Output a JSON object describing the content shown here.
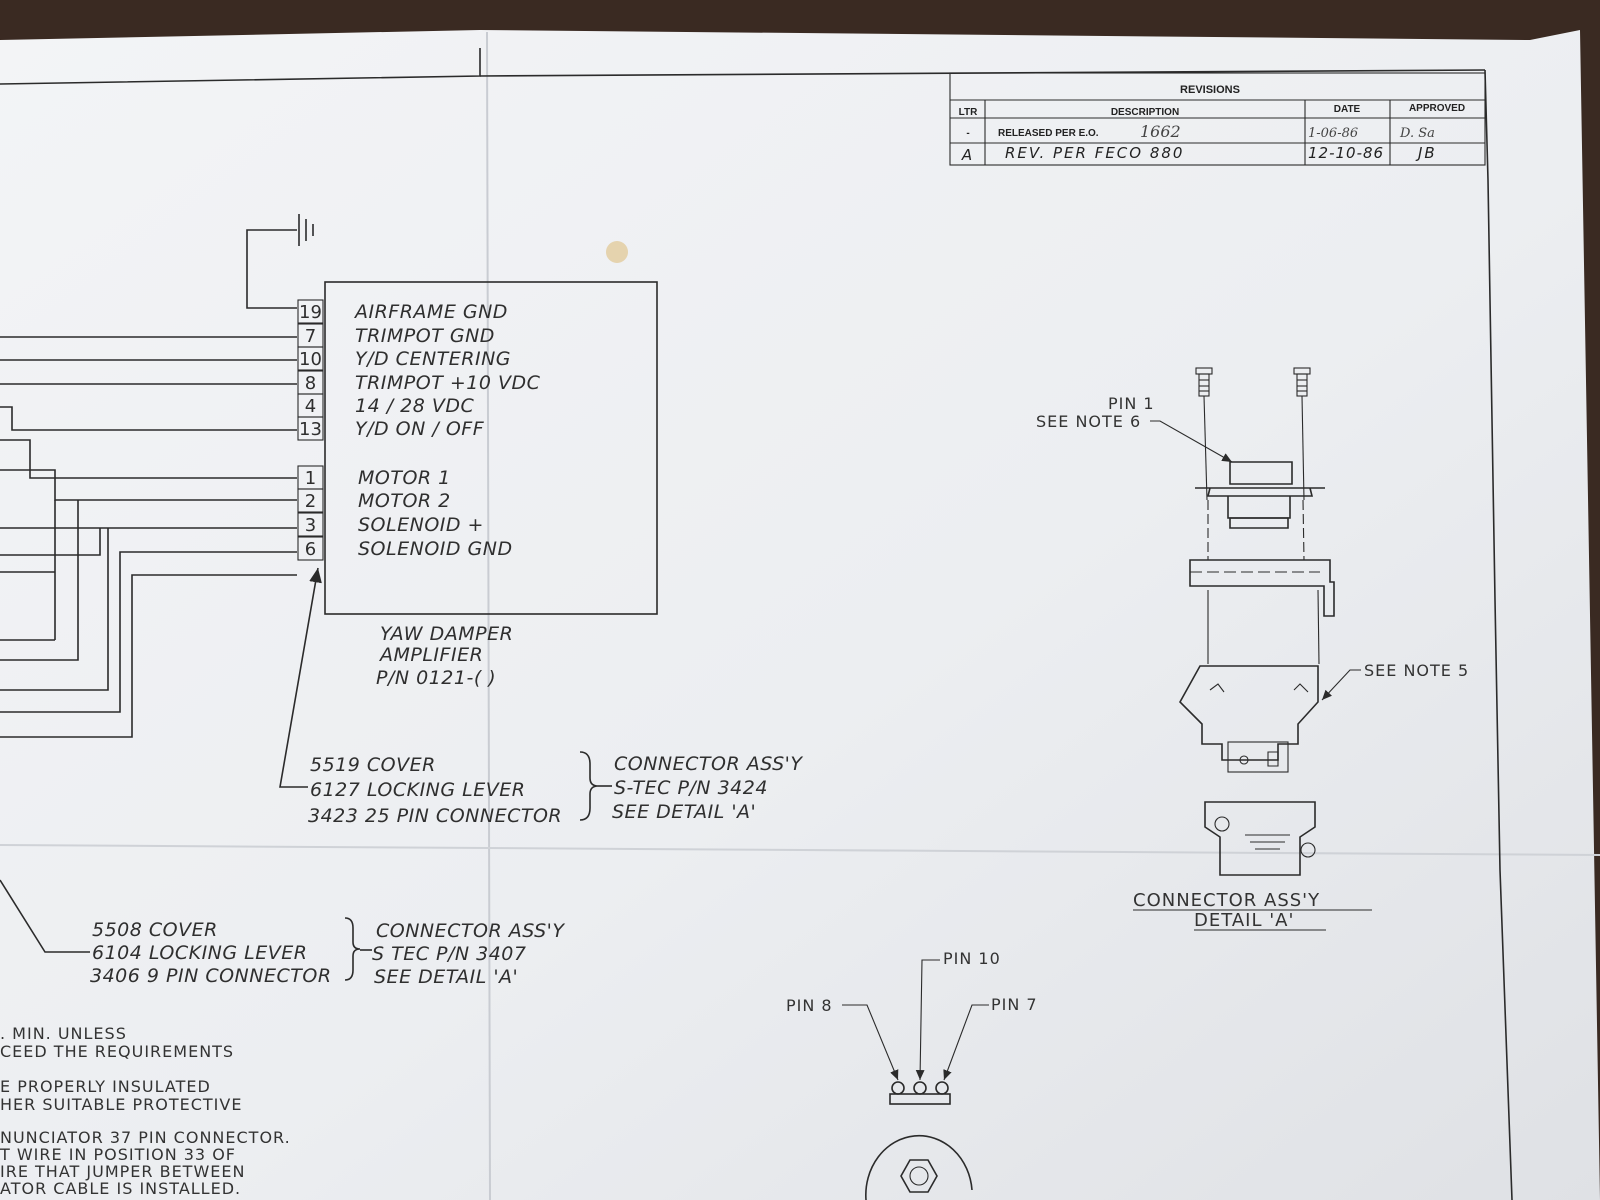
{
  "revisions": {
    "title": "REVISIONS",
    "headers": {
      "ltr": "LTR",
      "description": "DESCRIPTION",
      "date": "DATE",
      "approved": "APPROVED"
    },
    "rows": [
      {
        "ltr": "-",
        "description": "RELEASED PER E.O.",
        "eo": "1662",
        "date": "1-06-86",
        "approved": "D. Sa"
      },
      {
        "ltr": "A",
        "description": "REV. PER FECO 880",
        "eo": "",
        "date": "12-10-86",
        "approved": "JB"
      }
    ]
  },
  "amplifier": {
    "pins": [
      {
        "no": "19",
        "label": "AIRFRAME GND"
      },
      {
        "no": "7",
        "label": "TRIMPOT GND"
      },
      {
        "no": "10",
        "label": "Y/D CENTERING"
      },
      {
        "no": "8",
        "label": "TRIMPOT +10 VDC"
      },
      {
        "no": "4",
        "label": "14 / 28 VDC"
      },
      {
        "no": "13",
        "label": "Y/D ON / OFF"
      },
      {
        "no": "1",
        "label": "MOTOR 1"
      },
      {
        "no": "2",
        "label": "MOTOR 2"
      },
      {
        "no": "3",
        "label": "SOLENOID +"
      },
      {
        "no": "6",
        "label": "SOLENOID GND"
      }
    ],
    "name_lines": [
      "YAW DAMPER",
      "AMPLIFIER",
      "P/N 0121-( )"
    ]
  },
  "connector_25": {
    "parts": [
      "5519  COVER",
      "6127  LOCKING LEVER",
      "3423  25 PIN CONNECTOR"
    ],
    "assy": [
      "CONNECTOR ASS'Y",
      "S-TEC P/N 3424",
      "SEE DETAIL 'A'"
    ]
  },
  "connector_9": {
    "parts": [
      "5508 COVER",
      "6104 LOCKING LEVER",
      "3406  9 PIN CONNECTOR"
    ],
    "assy": [
      "CONNECTOR ASS'Y",
      "S TEC P/N 3407",
      "SEE DETAIL 'A'"
    ]
  },
  "detail_a": {
    "pin1": "PIN 1",
    "note6": "SEE NOTE 6",
    "note5": "SEE NOTE 5",
    "title_lines": [
      "CONNECTOR ASS'Y",
      "DETAIL 'A'"
    ]
  },
  "trimpot": {
    "pin10": "PIN 10",
    "pin8": "PIN 8",
    "pin7": "PIN 7"
  },
  "notes": [
    ". MIN. UNLESS",
    "CEED THE REQUIREMENTS",
    "E PROPERLY INSULATED",
    "HER SUITABLE PROTECTIVE",
    "NUNCIATOR 37 PIN CONNECTOR.",
    "T WIRE IN POSITION 33 OF",
    "IRE THAT JUMPER BETWEEN",
    "ATOR CABLE IS INSTALLED."
  ]
}
